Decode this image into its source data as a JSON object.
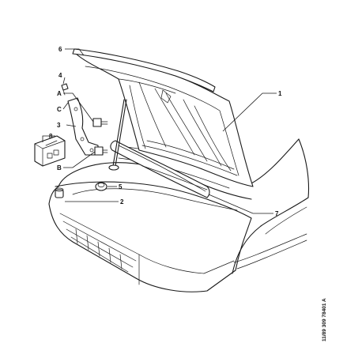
{
  "figure": {
    "reference_code": "11/89 309 78401 A",
    "callouts": [
      {
        "id": "1",
        "text": "1"
      },
      {
        "id": "2",
        "text": "2"
      },
      {
        "id": "3",
        "text": "3"
      },
      {
        "id": "4",
        "text": "4"
      },
      {
        "id": "5",
        "text": "5"
      },
      {
        "id": "6",
        "text": "6"
      },
      {
        "id": "7",
        "text": "7"
      },
      {
        "id": "8",
        "text": "8"
      },
      {
        "id": "A",
        "text": "A"
      },
      {
        "id": "B",
        "text": "B"
      },
      {
        "id": "C",
        "text": "C"
      }
    ]
  }
}
